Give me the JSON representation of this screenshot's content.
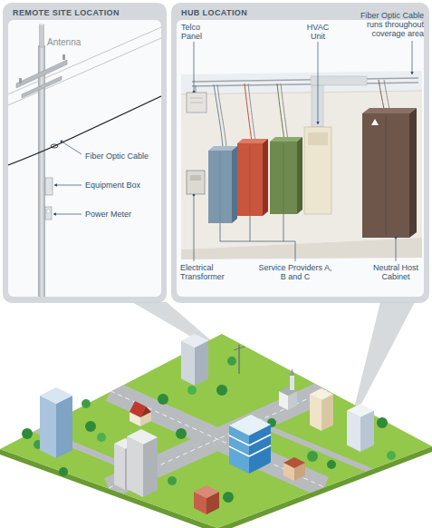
{
  "diagram": {
    "nodes": [
      {
        "text": [
          "REMOTE SITE LOCATION"
        ]
      },
      {
        "text": [
          "HUB LOCATION"
        ]
      }
    ],
    "labels": [
      "Antenna",
      "Fiber Optic Cable",
      "Equipment Box",
      "Power Meter",
      "Telco Panel",
      "HVAC Unit",
      "Fiber Optic Cable runs throughout coverage area",
      "Electrical Transformer",
      "Service Providers A, B and C",
      "Neutral Host Cabinet"
    ]
  }
}
